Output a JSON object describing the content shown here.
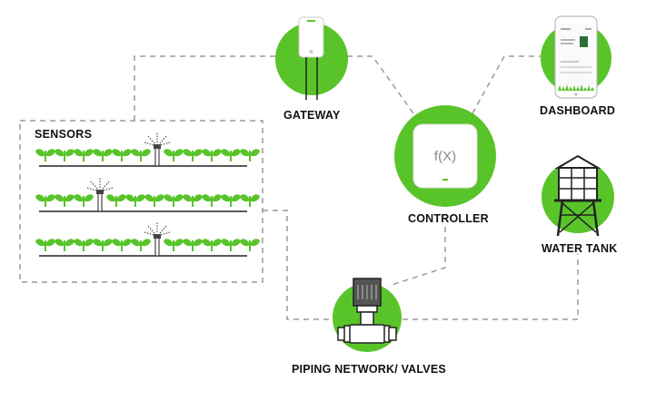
{
  "nodes": {
    "gateway": {
      "label": "GATEWAY"
    },
    "controller": {
      "label": "CONTROLLER",
      "device_text": "f(X)"
    },
    "dashboard": {
      "label": "DASHBOARD"
    },
    "water_tank": {
      "label": "WATER TANK"
    },
    "piping": {
      "label": "PIPING NETWORK/ VALVES"
    },
    "sensors": {
      "label": "SENSORS"
    }
  },
  "colors": {
    "accent_green": "#58c42a",
    "dash": "#9a9a9a",
    "outline": "#222222"
  },
  "field": {
    "rows": [
      {
        "plants": 11,
        "sprinkler_after": 6
      },
      {
        "plants": 11,
        "sprinkler_after": 3
      },
      {
        "plants": 11,
        "sprinkler_after": 6
      }
    ]
  }
}
